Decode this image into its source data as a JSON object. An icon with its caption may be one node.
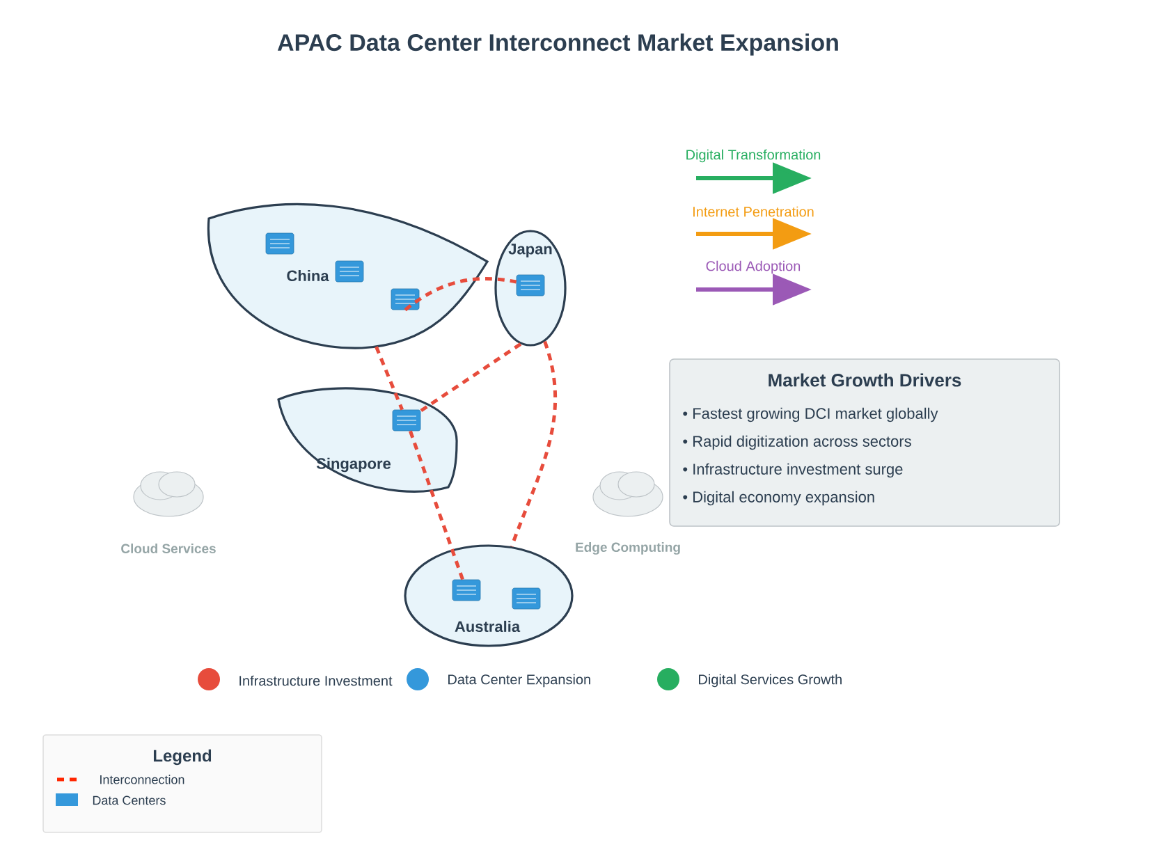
{
  "diagram": {
    "title": "APAC Data Center Interconnect Market Expansion",
    "nodes": [
      {
        "text": [
          "China"
        ]
      },
      {
        "text": [],
        "shape": "box",
        "in": 0
      },
      {
        "text": [],
        "shape": "box",
        "in": 0
      },
      {
        "text": [],
        "shape": "box",
        "in": 0
      },
      {
        "text": [
          "Japan"
        ]
      },
      {
        "text": [],
        "shape": "box",
        "in": 4
      },
      {
        "text": [
          "Singapore"
        ]
      },
      {
        "text": [],
        "shape": "box",
        "in": 6
      },
      {
        "text": [
          "Australia"
        ]
      },
      {
        "text": [],
        "shape": "box",
        "in": 8
      },
      {
        "text": [],
        "shape": "box",
        "in": 8
      },
      {
        "text": [
          "Cloud Services"
        ]
      },
      {
        "text": [
          "Edge Computing"
        ]
      },
      {
        "text": [
          "Market Growth Drivers",
          "• Fastest growing DCI market globally",
          "• Rapid digitization across sectors",
          "• Infrastructure investment surge",
          "• Digital economy expansion"
        ]
      }
    ],
    "edges": [
      {
        "from": 3,
        "to": 5,
        "arrow": "none",
        "style": "dashed",
        "color": "#e74c3c"
      },
      {
        "from": 0,
        "to": 7,
        "arrow": "none",
        "style": "dashed",
        "color": "#e74c3c"
      },
      {
        "from": 4,
        "to": 7,
        "arrow": "none",
        "style": "dashed",
        "color": "#e74c3c"
      },
      {
        "from": 7,
        "to": 9,
        "arrow": "none",
        "style": "dashed",
        "color": "#e74c3c"
      },
      {
        "from": 4,
        "to": 8,
        "arrow": "none",
        "style": "dashed",
        "color": "#e74c3c"
      }
    ],
    "labels": [
      "Digital Transformation",
      "Internet Penetration",
      "Cloud Adoption",
      "Legend"
    ],
    "legend": [
      {
        "text": "Infrastructure Investment",
        "color": "#e74c3c"
      },
      {
        "text": "Data Center Expansion",
        "color": "#3498db"
      },
      {
        "text": "Digital Services Growth",
        "color": "#27ae60"
      },
      {
        "text": "Interconnection"
      },
      {
        "text": "Data Centers"
      }
    ]
  }
}
